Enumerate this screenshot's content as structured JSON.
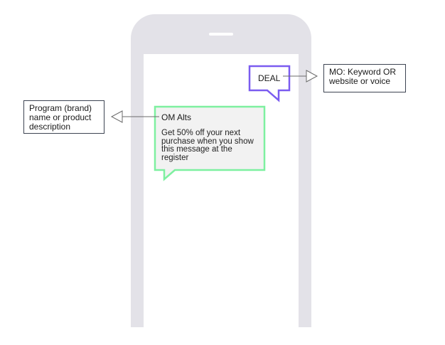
{
  "keyword_bubble": {
    "text": "DEAL",
    "border_color": "#7b5cf0"
  },
  "message_bubble": {
    "sender": "OM Alts",
    "body_lines": [
      "Get 50% off your next",
      "purchase when you show",
      "this message at the",
      "register"
    ],
    "border_color": "#7ef0a0",
    "fill_color": "#f2f2f2"
  },
  "callouts": {
    "mo": {
      "lines": [
        "MO: Keyword OR",
        "website or voice"
      ]
    },
    "program": {
      "lines": [
        "Program (brand)",
        "name or product",
        "description"
      ]
    }
  },
  "colors": {
    "phone": "#e3e2e8",
    "arrow": "#6b6b6b",
    "callout_border": "#3d4452"
  }
}
